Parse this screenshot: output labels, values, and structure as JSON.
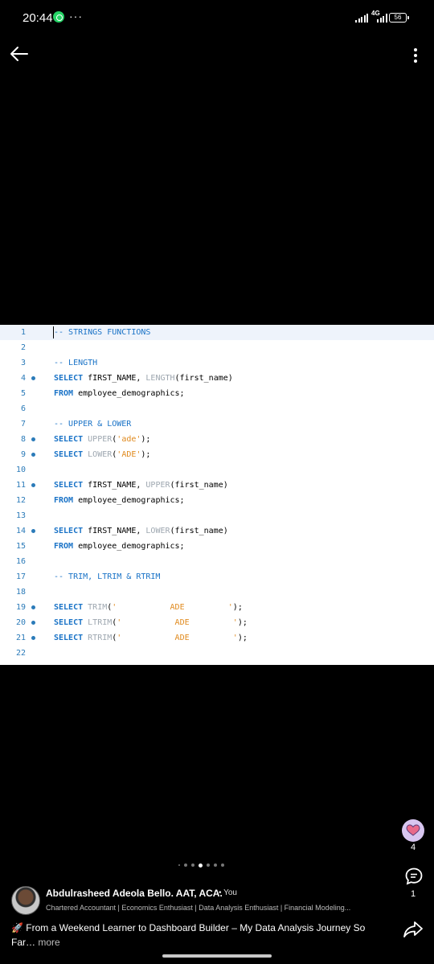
{
  "status_bar": {
    "time": "20:44",
    "more": "···",
    "network": "4G",
    "battery": "56"
  },
  "code": {
    "lines": [
      {
        "n": "1",
        "bp": false,
        "active": true,
        "html": "<span class=\"cm\">-- STRINGS FUNCTIONS</span>"
      },
      {
        "n": "2",
        "bp": false,
        "html": ""
      },
      {
        "n": "3",
        "bp": false,
        "html": "<span class=\"cm\">-- LENGTH</span>"
      },
      {
        "n": "4",
        "bp": true,
        "html": "<span class=\"kw\">SELECT</span> fIRST_NAME, <span class=\"fn\">LENGTH</span>(first_name)"
      },
      {
        "n": "5",
        "bp": false,
        "html": "<span class=\"kw\">FROM</span> employee_demographics;"
      },
      {
        "n": "6",
        "bp": false,
        "html": ""
      },
      {
        "n": "7",
        "bp": false,
        "html": "<span class=\"cm\">-- UPPER &amp; LOWER</span>"
      },
      {
        "n": "8",
        "bp": true,
        "html": "<span class=\"kw\">SELECT</span> <span class=\"fn\">UPPER</span>(<span class=\"str\">'ade'</span>);"
      },
      {
        "n": "9",
        "bp": true,
        "html": "<span class=\"kw\">SELECT</span> <span class=\"fn\">LOWER</span>(<span class=\"str\">'ADE'</span>);"
      },
      {
        "n": "10",
        "bp": false,
        "html": ""
      },
      {
        "n": "11",
        "bp": true,
        "html": "<span class=\"kw\">SELECT</span> fIRST_NAME, <span class=\"fn\">UPPER</span>(first_name)"
      },
      {
        "n": "12",
        "bp": false,
        "html": "<span class=\"kw\">FROM</span> employee_demographics;"
      },
      {
        "n": "13",
        "bp": false,
        "html": ""
      },
      {
        "n": "14",
        "bp": true,
        "html": "<span class=\"kw\">SELECT</span> fIRST_NAME, <span class=\"fn\">LOWER</span>(first_name)"
      },
      {
        "n": "15",
        "bp": false,
        "html": "<span class=\"kw\">FROM</span> employee_demographics;"
      },
      {
        "n": "16",
        "bp": false,
        "html": ""
      },
      {
        "n": "17",
        "bp": false,
        "html": "<span class=\"cm\">-- TRIM, LTRIM &amp; RTRIM</span>"
      },
      {
        "n": "18",
        "bp": false,
        "html": ""
      },
      {
        "n": "19",
        "bp": true,
        "html": "<span class=\"kw\">SELECT</span> <span class=\"fn\">TRIM</span>(<span class=\"str\">'           ADE         '</span>);"
      },
      {
        "n": "20",
        "bp": true,
        "html": "<span class=\"kw\">SELECT</span> <span class=\"fn\">LTRIM</span>(<span class=\"str\">'           ADE         '</span>);"
      },
      {
        "n": "21",
        "bp": true,
        "html": "<span class=\"kw\">SELECT</span> <span class=\"fn\">RTRIM</span>(<span class=\"str\">'           ADE         '</span>);"
      },
      {
        "n": "22",
        "bp": false,
        "html": ""
      }
    ]
  },
  "actions": {
    "reactions": "4",
    "comments": "1"
  },
  "pagination": {
    "total": 7,
    "active_index": 3
  },
  "author": {
    "name": "Abdulrasheed Adeola Bello. AAT, ACA.",
    "you": "• You",
    "headline": "Chartered Accountant | Economics Enthusiast | Data Analysis Enthusiast | Financial Modeling..."
  },
  "post": {
    "text": "🚀 From a Weekend Learner to Dashboard Builder – My Data Analysis Journey So Far…",
    "more": "more"
  }
}
